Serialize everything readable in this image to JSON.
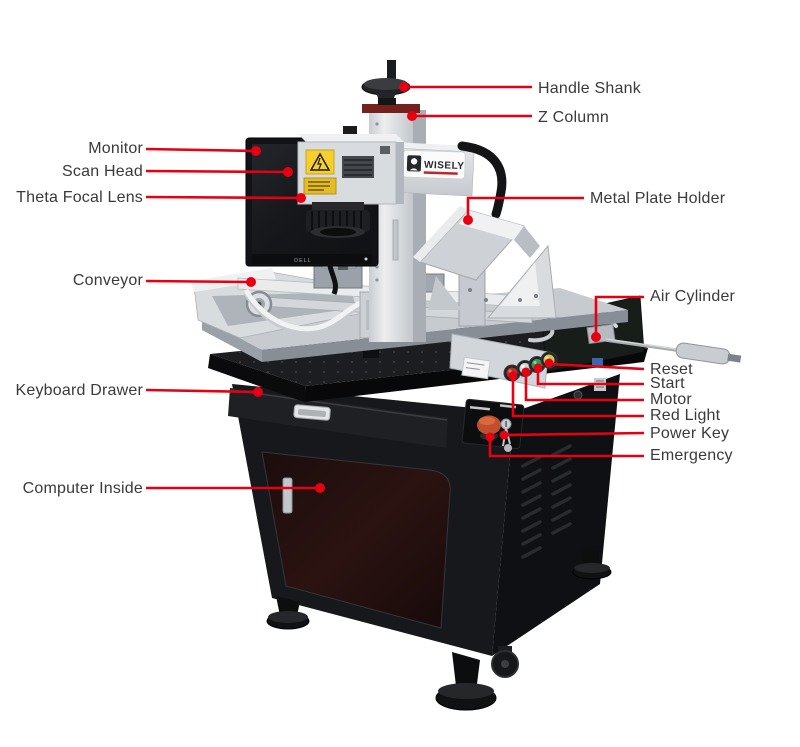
{
  "colors": {
    "leader_line": "#e60012",
    "label_text": "#3a3a3c",
    "background": "#ffffff"
  },
  "machine": {
    "brand": "WISELY",
    "monitor_brand": "DELL"
  },
  "labels": [
    {
      "name": "handle-shank",
      "text": "Handle Shank"
    },
    {
      "name": "z-column",
      "text": "Z Column"
    },
    {
      "name": "monitor",
      "text": "Monitor"
    },
    {
      "name": "scan-head",
      "text": "Scan Head"
    },
    {
      "name": "theta-focal-lens",
      "text": "Theta Focal Lens"
    },
    {
      "name": "metal-plate-holder",
      "text": "Metal Plate Holder"
    },
    {
      "name": "conveyor",
      "text": "Conveyor"
    },
    {
      "name": "air-cylinder",
      "text": "Air Cylinder"
    },
    {
      "name": "keyboard-drawer",
      "text": "Keyboard Drawer"
    },
    {
      "name": "reset",
      "text": "Reset"
    },
    {
      "name": "start",
      "text": "Start"
    },
    {
      "name": "motor",
      "text": "Motor"
    },
    {
      "name": "red-light",
      "text": "Red Light"
    },
    {
      "name": "power-key",
      "text": "Power Key"
    },
    {
      "name": "emergency",
      "text": "Emergency"
    },
    {
      "name": "computer-inside",
      "text": "Computer Inside"
    }
  ]
}
